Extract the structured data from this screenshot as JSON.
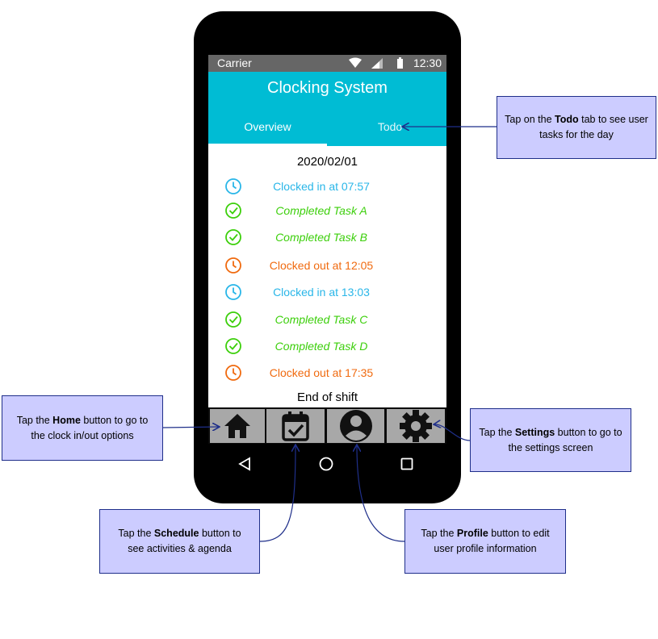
{
  "status_bar": {
    "carrier": "Carrier",
    "time": "12:30"
  },
  "app": {
    "title": "Clocking System",
    "tabs": {
      "overview": "Overview",
      "todo": "Todo"
    },
    "date": "2020/02/01",
    "entries": [
      {
        "text": "Clocked in at 07:57",
        "kind": "clock-in",
        "color": "#29b6e8"
      },
      {
        "text": "Completed Task A",
        "kind": "task",
        "color": "#3ccf0b"
      },
      {
        "text": "Completed Task B",
        "kind": "task",
        "color": "#3ccf0b"
      },
      {
        "text": "Clocked out at 12:05",
        "kind": "clock-out",
        "color": "#f06a0f"
      },
      {
        "text": "Clocked in at 13:03",
        "kind": "clock-in",
        "color": "#29b6e8"
      },
      {
        "text": "Completed Task C",
        "kind": "task",
        "color": "#3ccf0b"
      },
      {
        "text": "Completed Task D",
        "kind": "task",
        "color": "#3ccf0b"
      },
      {
        "text": "Clocked out at 17:35",
        "kind": "clock-out",
        "color": "#f06a0f"
      }
    ],
    "end_text": "End of shift",
    "nav_icons": [
      "home-icon",
      "calendar-check-icon",
      "account-icon",
      "gear-icon"
    ]
  },
  "callouts": {
    "todo": {
      "pre": "Tap on the ",
      "bold": "Todo",
      "post": " tab to see user tasks for the day"
    },
    "home": {
      "pre": "Tap the ",
      "bold": "Home",
      "post": " button to go to the clock in/out options"
    },
    "settings": {
      "pre": "Tap the ",
      "bold": "Settings",
      "post": " button to go to the settings screen"
    },
    "schedule": {
      "pre": "Tap the ",
      "bold": "Schedule",
      "post": " button to see activities & agenda"
    },
    "profile": {
      "pre": "Tap the ",
      "bold": "Profile",
      "post": " button to edit user profile information"
    }
  },
  "colors": {
    "header": "#00bcd4",
    "callout_fill": "#ccccff",
    "callout_border": "#1f2f8a",
    "clock_in": "#29b6e8",
    "task": "#3ccf0b",
    "clock_out": "#f06a0f"
  }
}
